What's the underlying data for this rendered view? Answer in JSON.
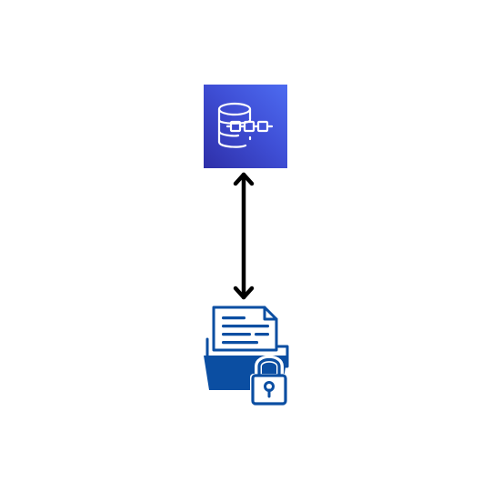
{
  "diagram": {
    "nodes": [
      {
        "id": "database",
        "icon": "ledger-database-icon",
        "tile_color": "#3b48cc"
      },
      {
        "id": "secure-folder",
        "icon": "locked-folder-document-icon",
        "color": "#0b4ea2"
      }
    ],
    "edges": [
      {
        "from": "database",
        "to": "secure-folder",
        "direction": "bidirectional",
        "color": "#000000"
      }
    ]
  }
}
